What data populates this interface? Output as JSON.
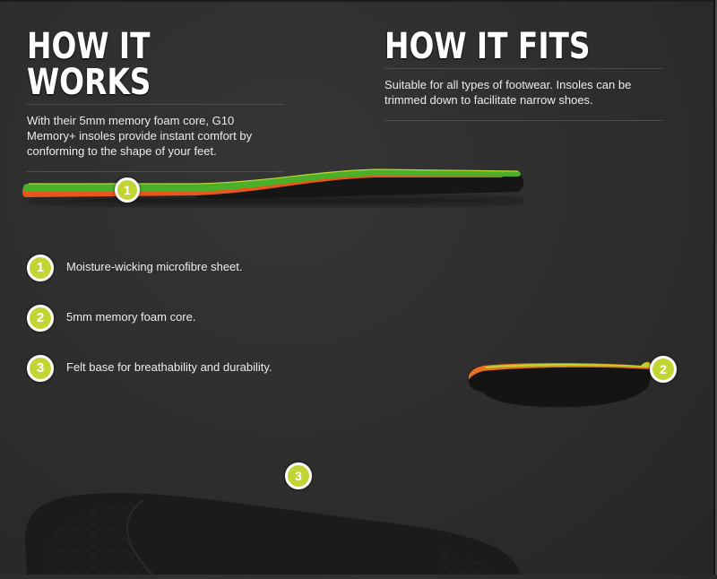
{
  "how_it_works": {
    "title": "HOW IT WORKS",
    "description": "With their 5mm memory foam core, G10 Memory+ insoles provide instant comfort by conforming to the shape of your feet."
  },
  "how_it_fits": {
    "title": "HOW IT FITS",
    "description": "Suitable for all types of footwear. Insoles can be trimmed down to facilitate narrow shoes."
  },
  "features": [
    {
      "number": "1",
      "label": "Moisture-wicking microfibre sheet."
    },
    {
      "number": "2",
      "label": "5mm memory foam core."
    },
    {
      "number": "3",
      "label": "Felt base for breathability and durability."
    }
  ],
  "callouts": {
    "side_view": "1",
    "heel_view": "2",
    "bottom_view": "3"
  },
  "colors": {
    "background": "#2e2e2e",
    "badge_fill": "#c3d534",
    "badge_border": "#ffffff",
    "insole_top_green": "#4caf2a",
    "insole_orange": "#e8561e",
    "insole_base": "#151515"
  }
}
